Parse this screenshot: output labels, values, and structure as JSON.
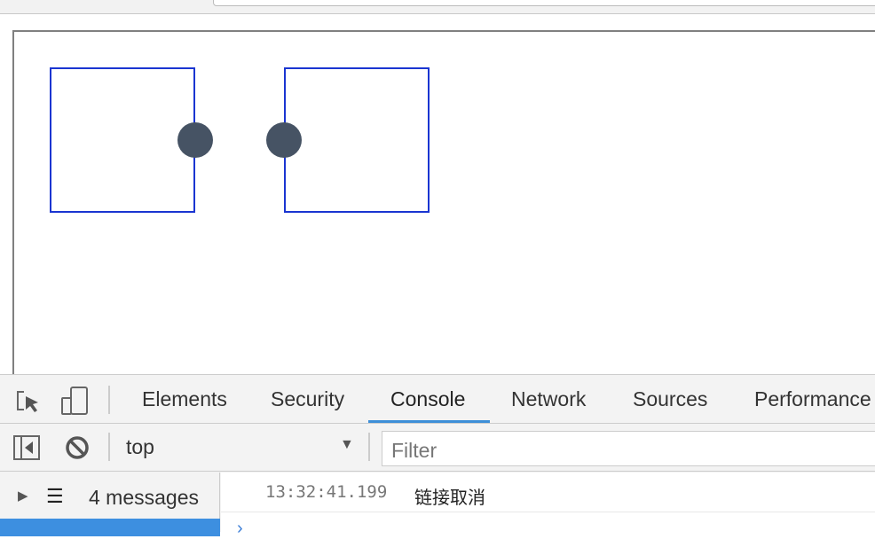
{
  "devtools": {
    "tabs": [
      "Elements",
      "Security",
      "Console",
      "Network",
      "Sources",
      "Performance"
    ],
    "active_tab": "Console",
    "context": "top",
    "filter_placeholder": "Filter",
    "sidebar": {
      "messages_label": "4 messages"
    },
    "log": [
      {
        "timestamp": "13:32:41.199",
        "message": "链接取消"
      }
    ]
  }
}
